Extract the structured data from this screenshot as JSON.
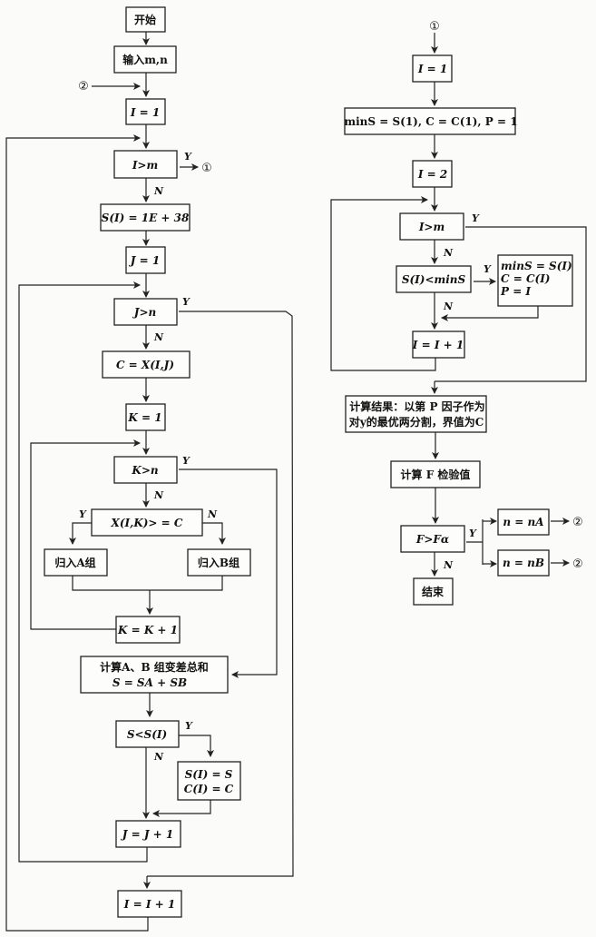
{
  "diagram": {
    "type": "flowchart",
    "left_column": {
      "start": "开始",
      "input": "输入m,n",
      "init_i": "I = 1",
      "cond_i": "I>m",
      "set_s": "S(I) = 1E + 38",
      "init_j": "J = 1",
      "cond_j": "J>n",
      "set_c": "C = X(I,J)",
      "init_k": "K = 1",
      "cond_k": "K>n",
      "cond_x": "X(I,K)> = C",
      "group_a": "归入A组",
      "group_b": "归入B组",
      "inc_k": "K = K + 1",
      "calc_line1": "计算A、B 组变差总和",
      "calc_line2": "S = SA + SB",
      "cond_s": "S<S(I)",
      "update_line1": "S(I) = S",
      "update_line2": "C(I) = C",
      "inc_j": "J = J + 1",
      "inc_i": "I = I + 1"
    },
    "right_column": {
      "init_i": "I = 1",
      "init_min": "minS = S(1), C = C(1), P = 1",
      "init_i2": "I = 2",
      "cond_i": "I>m",
      "cond_min": "S(I)<minS",
      "update_line1": "minS = S(I)",
      "update_line2": "C = C(I)",
      "update_line3": "P = I",
      "inc_i": "I = I + 1",
      "result_line1": "计算结果：以第 P 因子作为",
      "result_line2": "对y的最优两分割，界值为C",
      "calc_f": "计算 F 检验值",
      "cond_f": "F>Fα",
      "n_a": "n = nA",
      "n_b": "n = nB",
      "end": "结束"
    },
    "labels": {
      "yes": "Y",
      "no": "N"
    },
    "connectors": {
      "one": "①",
      "two": "②"
    }
  }
}
